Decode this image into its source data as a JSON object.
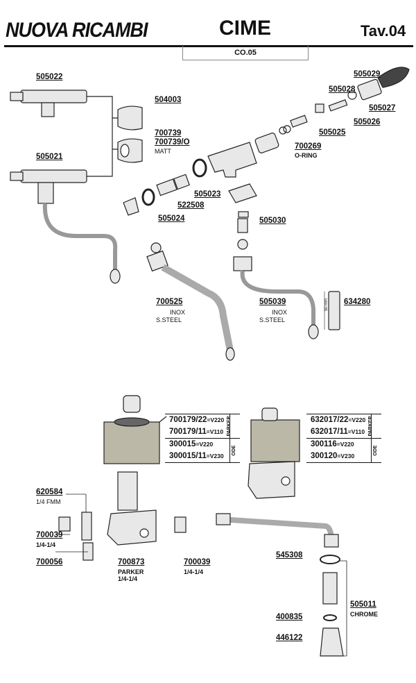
{
  "header": {
    "brand": "NUOVA RICAMBI",
    "title": "CIME",
    "table_no": "Tav.04",
    "model": "CO.05"
  },
  "labels": {
    "p505022": "505022",
    "p504003": "504003",
    "p700739": "700739",
    "p700739o": "700739/O",
    "matt": "MATT",
    "p505021": "505021",
    "p505029": "505029",
    "p505028": "505028",
    "p505027": "505027",
    "p505026": "505026",
    "p505025": "505025",
    "p700269": "700269",
    "oring": "O-RING",
    "p505023": "505023",
    "p522508": "522508",
    "p505024": "505024",
    "p505030": "505030",
    "p700525": "700525",
    "inox1": "INOX",
    "steel1": "S.STEEL",
    "p505039": "505039",
    "inox2": "INOX",
    "steel2": "S.STEEL",
    "p634280": "634280",
    "mm": "50 mm",
    "p620584": "620584",
    "fmm": "1/4 FMM",
    "p700039a": "700039",
    "t1": "1/4-1/4",
    "p700056": "700056",
    "p700873": "700873",
    "parker": "PARKER",
    "t2": "1/4-1/4",
    "p700039b": "700039",
    "t3": "1/4-1/4",
    "p545308": "545308",
    "p505011": "505011",
    "chrome": "CHROME",
    "p400835": "400835",
    "p446122": "446122"
  },
  "solenoid_left": {
    "groups": [
      {
        "brand": "PARKER",
        "rows": [
          {
            "code": "700179/22",
            "volt": "=V220"
          },
          {
            "code": "700179/11",
            "volt": "=V110"
          }
        ]
      },
      {
        "brand": "ODE",
        "rows": [
          {
            "code": "300015",
            "volt": "=V220"
          },
          {
            "code": "300015/11",
            "volt": "=V230"
          }
        ]
      }
    ]
  },
  "solenoid_right": {
    "groups": [
      {
        "brand": "PARKER",
        "rows": [
          {
            "code": "632017/22",
            "volt": "=V220"
          },
          {
            "code": "632017/11",
            "volt": "=V110"
          }
        ]
      },
      {
        "brand": "ODE",
        "rows": [
          {
            "code": "300116",
            "volt": "=V220"
          },
          {
            "code": "300120",
            "volt": "=V230"
          }
        ]
      }
    ]
  }
}
